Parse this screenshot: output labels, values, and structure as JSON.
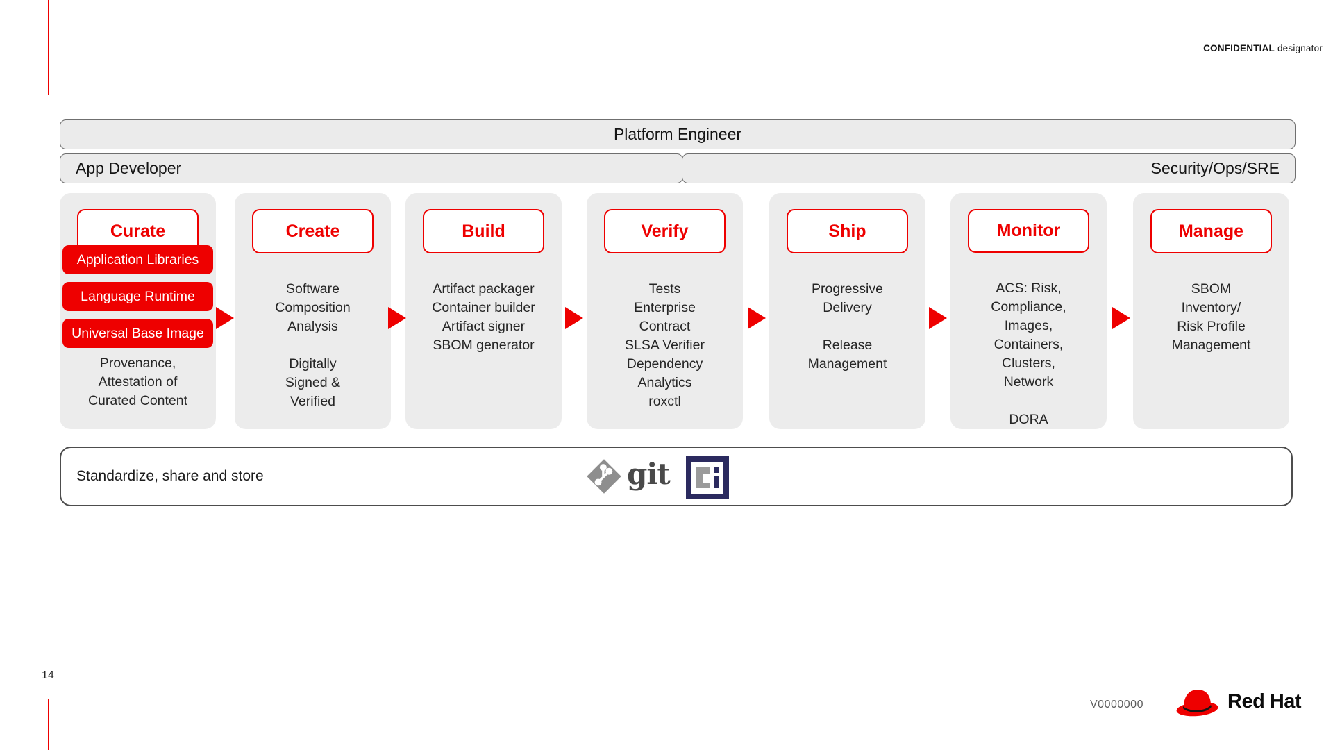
{
  "meta": {
    "confidential_bold": "CONFIDENTIAL",
    "confidential_rest": " designator",
    "page_number": "14",
    "version": "V0000000"
  },
  "brand": {
    "wordmark": "Red Hat",
    "accent_red": "#ee0000"
  },
  "lanes": {
    "platform_engineer": "Platform Engineer",
    "app_developer": "App Developer",
    "security_ops_sre": "Security/Ops/SRE"
  },
  "pipeline": {
    "stages": [
      {
        "title": "Curate",
        "chips": [
          "Application Libraries",
          "Language Runtime",
          "Universal Base Image"
        ],
        "body": "Provenance,\nAttestation of\nCurated Content"
      },
      {
        "title": "Create",
        "body": "Software\nComposition\nAnalysis\n\nDigitally\nSigned &\nVerified"
      },
      {
        "title": "Build",
        "body": "Artifact packager\nContainer builder\nArtifact signer\nSBOM generator"
      },
      {
        "title": "Verify",
        "body": "Tests\nEnterprise\nContract\nSLSA Verifier\nDependency\nAnalytics\nroxctl"
      },
      {
        "title": "Ship",
        "body": "Progressive\nDelivery\n\nRelease\nManagement"
      },
      {
        "title": "Monitor",
        "body": "ACS: Risk,\nCompliance,\nImages,\nContainers,\nClusters,\nNetwork\n\nDORA"
      },
      {
        "title": "Manage",
        "body": "SBOM\nInventory/\nRisk Profile\nManagement"
      }
    ]
  },
  "store_bar": {
    "label": "Standardize, share and store",
    "logos": [
      {
        "name": "git-logo",
        "color": "#8e8e8e"
      },
      {
        "name": "ci-logo",
        "navy": "#2b2a5f",
        "grey": "#9b9b9b"
      }
    ]
  }
}
